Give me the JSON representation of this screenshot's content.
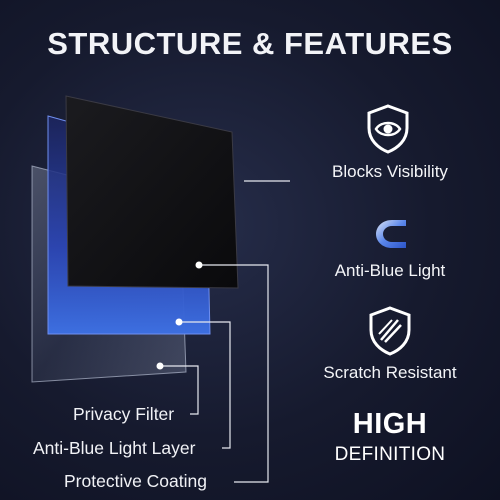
{
  "title": "STRUCTURE & FEATURES",
  "layers": {
    "privacy_filter": "Privacy Filter",
    "anti_blue_light_layer": "Anti-Blue Light Layer",
    "protective_coating": "Protective Coating"
  },
  "features": [
    {
      "label": "Blocks Visibility",
      "icon": "eye-shield-icon"
    },
    {
      "label": "Anti-Blue Light",
      "icon": "blue-c-icon"
    },
    {
      "label": "Scratch Resistant",
      "icon": "scratch-shield-icon"
    }
  ],
  "high_definition": {
    "line1": "HIGH",
    "line2": "DEFINITION"
  },
  "colors": {
    "background": "#161a2e",
    "accent_blue": "#3d6fe0",
    "text": "#ffffff"
  }
}
